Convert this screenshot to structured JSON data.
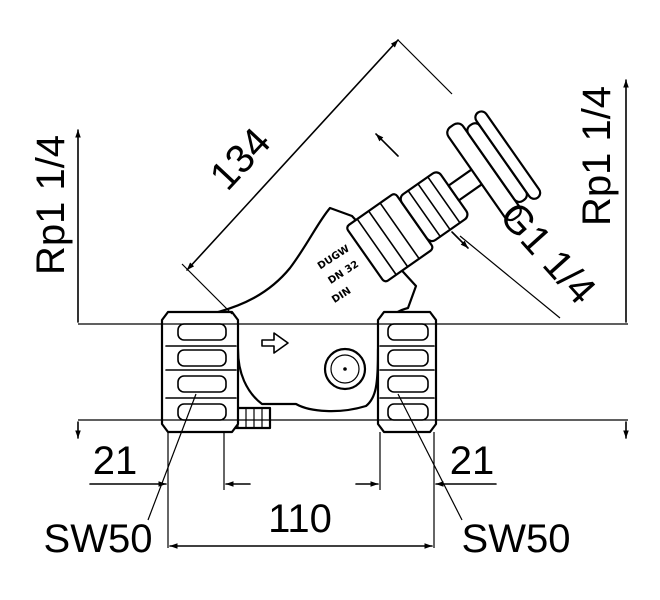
{
  "dimensions": {
    "diagonal_length": "134",
    "thread_left": "Rp1 1/4",
    "thread_right": "Rp1 1/4",
    "spindle_thread": "G1 1/4",
    "end_left": "21",
    "end_right": "21",
    "overall_length": "110",
    "wrench_left": "SW50",
    "wrench_right": "SW50"
  },
  "body_marking": {
    "brand": "DUGW",
    "size": "DN 32",
    "standard": "DIN"
  }
}
